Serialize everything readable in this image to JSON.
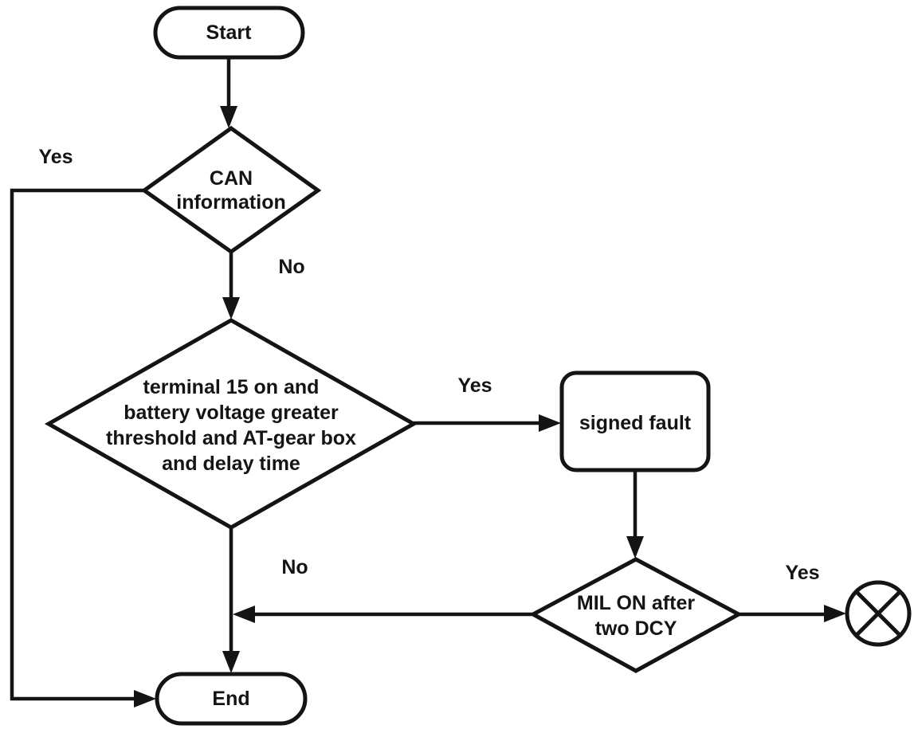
{
  "page": {
    "background": "#ffffff"
  },
  "colors": {
    "stroke": "#141414",
    "text": "#141414",
    "node_fill": "#ffffff"
  },
  "nodes": {
    "start": {
      "type": "terminator",
      "label": "Start"
    },
    "can": {
      "type": "decision",
      "line1": "CAN",
      "line2": "information"
    },
    "conditions": {
      "type": "decision",
      "line1": "terminal 15 on and",
      "line2": "battery voltage greater",
      "line3": "threshold and AT-gear box",
      "line4": "and delay time"
    },
    "signed_fault": {
      "type": "process",
      "label": "signed fault"
    },
    "mil": {
      "type": "decision",
      "line1": "MIL ON after",
      "line2": "two DCY"
    },
    "end": {
      "type": "terminator",
      "label": "End"
    },
    "circled_x": {
      "type": "connector",
      "icon": "circled-x-icon"
    }
  },
  "edges": {
    "can_yes": "Yes",
    "can_no": "No",
    "conditions_yes": "Yes",
    "conditions_no": "No",
    "mil_yes": "Yes"
  }
}
